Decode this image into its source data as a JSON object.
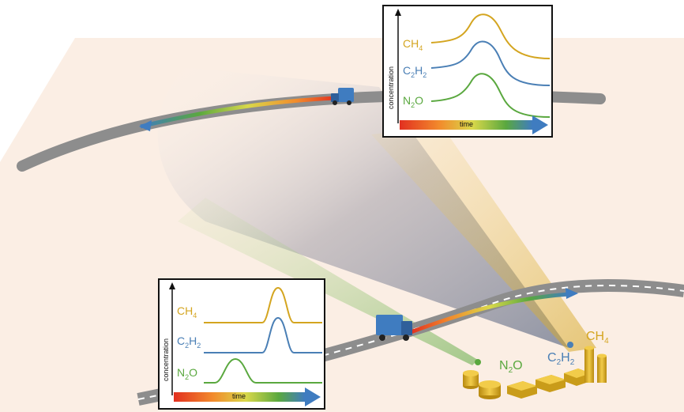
{
  "colors": {
    "ch4": "#d4a520",
    "c2h2": "#4a7fb5",
    "n2o": "#5aa83f",
    "plane": "#fbeee4",
    "road": "#9a9a9a",
    "truck": "#3f7cc0"
  },
  "insets": {
    "top": {
      "ylabel": "concentration",
      "xlabel": "time",
      "series": [
        {
          "label_base": "CH",
          "label_sub": "4",
          "label_tail": ""
        },
        {
          "label_base": "C",
          "label_sub": "2",
          "label_tail": "H",
          "label_sub2": "2"
        },
        {
          "label_base": "N",
          "label_sub": "2",
          "label_tail": "O"
        }
      ]
    },
    "bottom": {
      "ylabel": "concentration",
      "xlabel": "time",
      "series": [
        {
          "label_base": "CH",
          "label_sub": "4",
          "label_tail": ""
        },
        {
          "label_base": "C",
          "label_sub": "2",
          "label_tail": "H",
          "label_sub2": "2"
        },
        {
          "label_base": "N",
          "label_sub": "2",
          "label_tail": "O"
        }
      ]
    }
  },
  "sources": {
    "n2o": {
      "base": "N",
      "sub": "2",
      "tail": "O"
    },
    "c2h2": {
      "base": "C",
      "sub": "2",
      "tail": "H",
      "sub2": "2"
    },
    "ch4": {
      "base": "CH",
      "sub": "4",
      "tail": ""
    }
  }
}
